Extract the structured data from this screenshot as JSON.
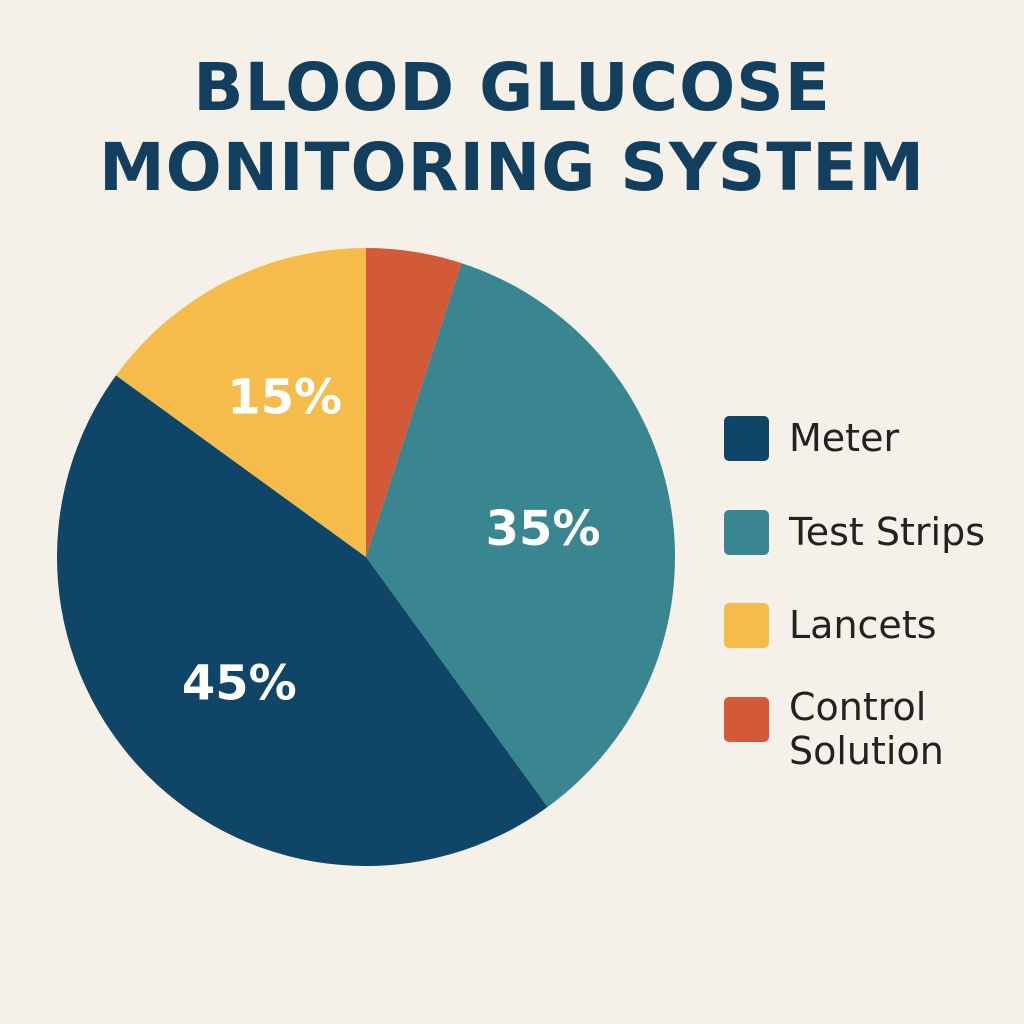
{
  "chart_data": {
    "type": "pie",
    "title_lines": [
      "BLOOD GLUCOSE",
      "MONITORING SYSTEM"
    ],
    "slices": [
      {
        "name": "Control Solution",
        "value": 5,
        "label": "",
        "color": "#d35a38"
      },
      {
        "name": "Test Strips",
        "value": 35,
        "label": "35%",
        "color": "#3a8690"
      },
      {
        "name": "Meter",
        "value": 45,
        "label": "45%",
        "color": "#0f4566"
      },
      {
        "name": "Lancets",
        "value": 15,
        "label": "15%",
        "color": "#f5bc4b"
      }
    ],
    "legend": [
      {
        "label": "Meter",
        "color": "#0f4566"
      },
      {
        "label": "Test Strips",
        "color": "#3a8690"
      },
      {
        "label": "Lancets",
        "color": "#f5bc4b"
      },
      {
        "label": "Control Solution",
        "color": "#d35a38"
      }
    ],
    "legend_position": "right"
  }
}
